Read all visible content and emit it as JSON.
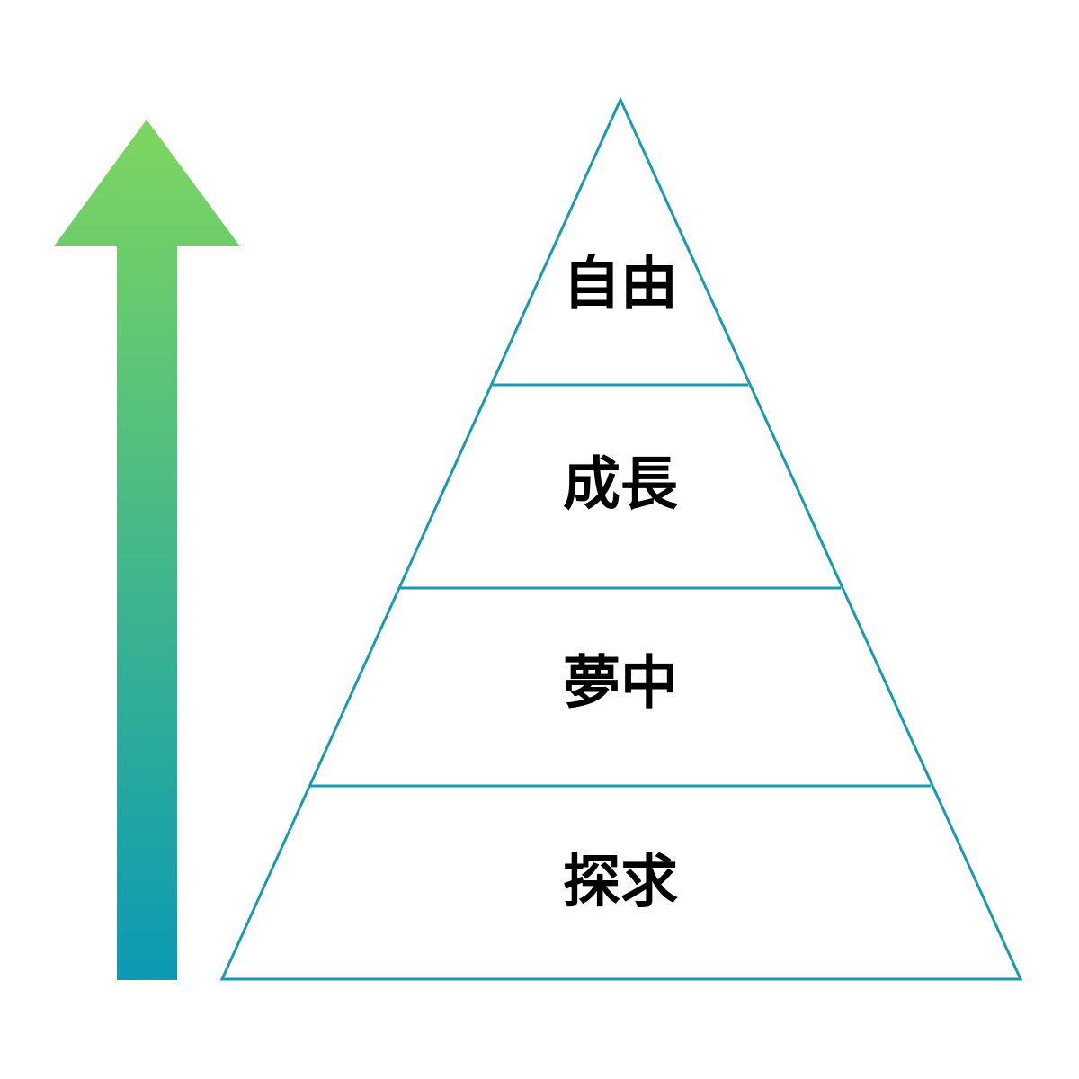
{
  "pyramid": {
    "outline_color": "#1a9aae",
    "tiers": [
      {
        "label": "自由"
      },
      {
        "label": "成長"
      },
      {
        "label": "夢中"
      },
      {
        "label": "探求"
      }
    ]
  },
  "arrow": {
    "direction": "up",
    "color_top": "#7ed65e",
    "color_bottom": "#0a9ab4"
  }
}
